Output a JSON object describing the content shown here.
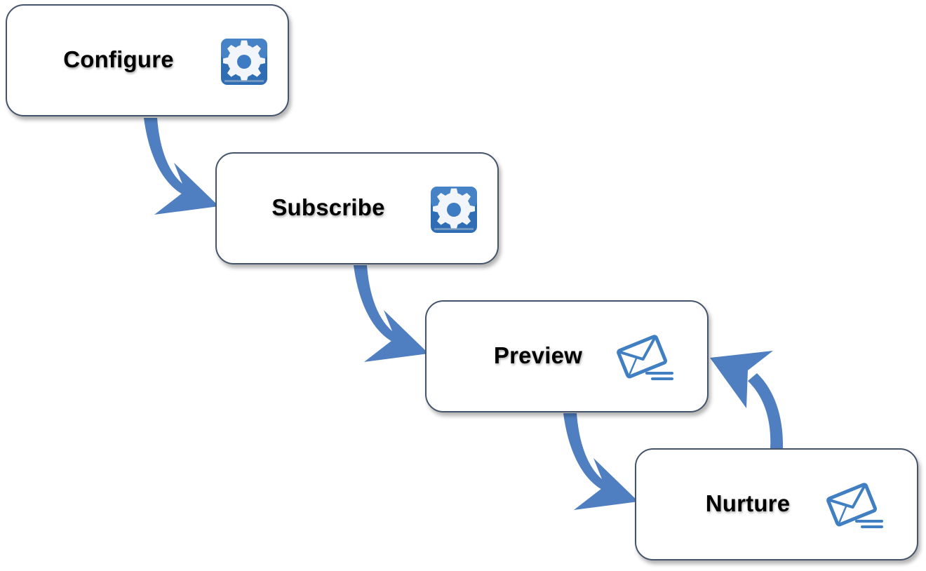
{
  "diagram": {
    "steps": [
      {
        "label": "Configure",
        "icon": "gear-icon"
      },
      {
        "label": "Subscribe",
        "icon": "gear-icon"
      },
      {
        "label": "Preview",
        "icon": "envelope-icon"
      },
      {
        "label": "Nurture",
        "icon": "envelope-icon"
      }
    ],
    "connections": [
      {
        "from": "Configure",
        "to": "Subscribe"
      },
      {
        "from": "Subscribe",
        "to": "Preview"
      },
      {
        "from": "Preview",
        "to": "Nurture"
      },
      {
        "from": "Nurture",
        "to": "Preview"
      }
    ]
  },
  "colors": {
    "arrow": "#4f7fc0",
    "box_border": "#44546a",
    "gear_tile": "#2f6eb5",
    "envelope": "#3f7fc2"
  }
}
